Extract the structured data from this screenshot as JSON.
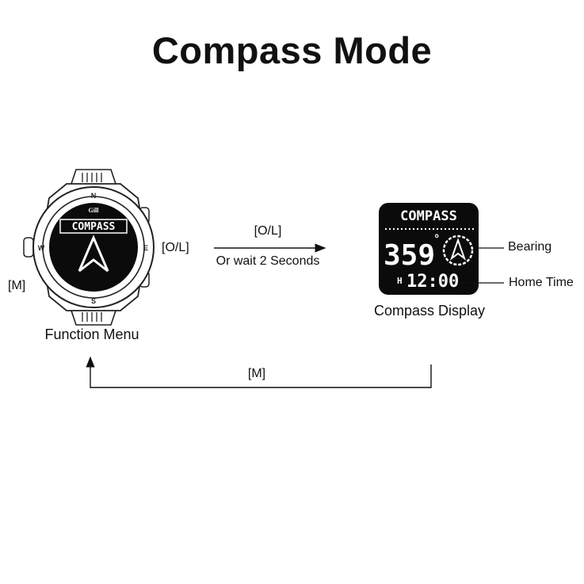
{
  "title": "Compass Mode",
  "watch": {
    "brand": "Gill",
    "screen_text": "COMPASS",
    "bezel_marks": {
      "north": "N",
      "south": "S",
      "east": "E",
      "west": "W"
    },
    "caption": "Function Menu"
  },
  "buttons": {
    "right": "[O/L]",
    "left": "[M]"
  },
  "transition": {
    "top": "[O/L]",
    "bottom": "Or wait 2 Seconds"
  },
  "display": {
    "header": "COMPASS",
    "bearing_value": "359",
    "degree_symbol": "°",
    "time_prefix": "H",
    "time": "12:00",
    "caption": "Compass Display",
    "callouts": {
      "bearing": "Bearing",
      "home_time": "Home Time"
    }
  },
  "return_arrow": {
    "label": "[M]"
  }
}
